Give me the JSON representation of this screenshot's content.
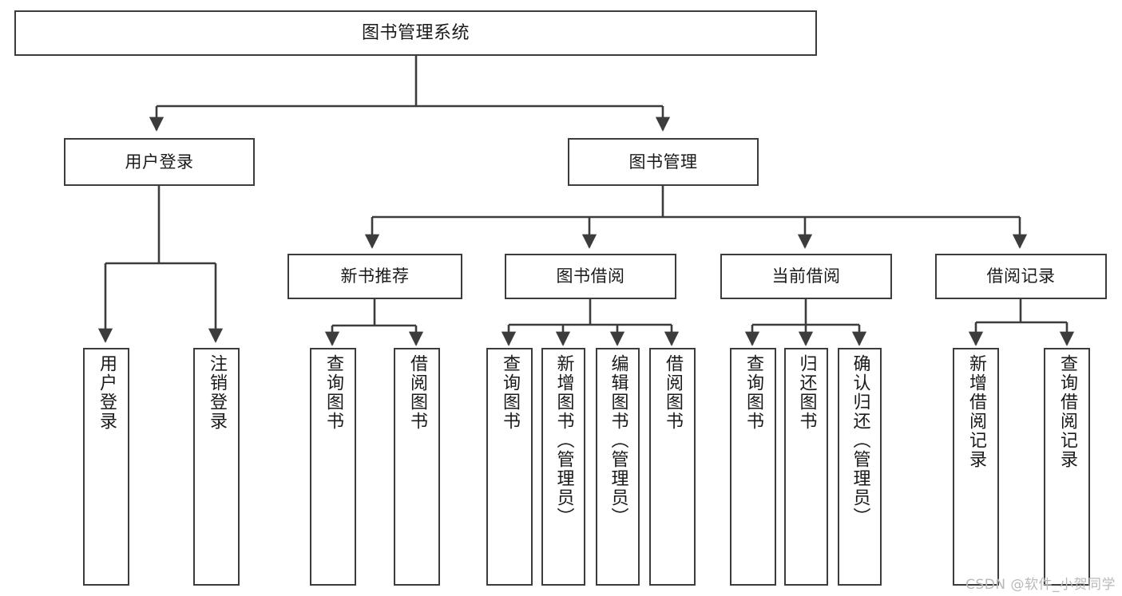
{
  "diagram": {
    "title": "图书管理系统",
    "type": "tree-hierarchy",
    "watermark": "CSDN @软件_小贺同学",
    "colors": {
      "background": "#ffffff",
      "node_fill": "#ffffff",
      "node_border": "#3c3c3c",
      "edge": "#3c3c3c",
      "text": "#1a1a1a",
      "watermark": "#b9b9b9"
    },
    "nodes": {
      "root": {
        "label": "图书管理系统"
      },
      "level2": [
        {
          "id": "user-login",
          "label": "用户登录"
        },
        {
          "id": "book-management",
          "label": "图书管理"
        }
      ],
      "level3": [
        {
          "id": "new-book-recommend",
          "label": "新书推荐"
        },
        {
          "id": "book-borrow",
          "label": "图书借阅"
        },
        {
          "id": "current-borrow",
          "label": "当前借阅"
        },
        {
          "id": "borrow-record",
          "label": "借阅记录"
        }
      ],
      "leaves": {
        "user_login": [
          {
            "id": "leaf-user-login",
            "label": "用户登录"
          },
          {
            "id": "leaf-logout-login",
            "label": "注销登录"
          }
        ],
        "new_book_recommend": [
          {
            "id": "leaf-query-book-1",
            "label": "查询图书"
          },
          {
            "id": "leaf-borrow-book-1",
            "label": "借阅图书"
          }
        ],
        "book_borrow": [
          {
            "id": "leaf-query-book-2",
            "label": "查询图书"
          },
          {
            "id": "leaf-add-book",
            "label": "新增图书（管理员）"
          },
          {
            "id": "leaf-edit-book",
            "label": "编辑图书（管理员）"
          },
          {
            "id": "leaf-borrow-book-2",
            "label": "借阅图书"
          }
        ],
        "current_borrow": [
          {
            "id": "leaf-query-book-3",
            "label": "查询图书"
          },
          {
            "id": "leaf-return-book",
            "label": "归还图书"
          },
          {
            "id": "leaf-confirm-return",
            "label": "确认归还（管理员）"
          }
        ],
        "borrow_record": [
          {
            "id": "leaf-add-record",
            "label": "新增借阅记录"
          },
          {
            "id": "leaf-query-record",
            "label": "查询借阅记录"
          }
        ]
      }
    },
    "edges": [
      {
        "from": "图书管理系统",
        "to": "用户登录"
      },
      {
        "from": "图书管理系统",
        "to": "图书管理"
      },
      {
        "from": "用户登录",
        "to": "用户登录"
      },
      {
        "from": "用户登录",
        "to": "注销登录"
      },
      {
        "from": "图书管理",
        "to": "新书推荐"
      },
      {
        "from": "图书管理",
        "to": "图书借阅"
      },
      {
        "from": "图书管理",
        "to": "当前借阅"
      },
      {
        "from": "图书管理",
        "to": "借阅记录"
      },
      {
        "from": "新书推荐",
        "to": "查询图书"
      },
      {
        "from": "新书推荐",
        "to": "借阅图书"
      },
      {
        "from": "图书借阅",
        "to": "查询图书"
      },
      {
        "from": "图书借阅",
        "to": "新增图书（管理员）"
      },
      {
        "from": "图书借阅",
        "to": "编辑图书（管理员）"
      },
      {
        "from": "图书借阅",
        "to": "借阅图书"
      },
      {
        "from": "当前借阅",
        "to": "查询图书"
      },
      {
        "from": "当前借阅",
        "to": "归还图书"
      },
      {
        "from": "当前借阅",
        "to": "确认归还（管理员）"
      },
      {
        "from": "借阅记录",
        "to": "新增借阅记录"
      },
      {
        "from": "借阅记录",
        "to": "查询借阅记录"
      }
    ]
  }
}
